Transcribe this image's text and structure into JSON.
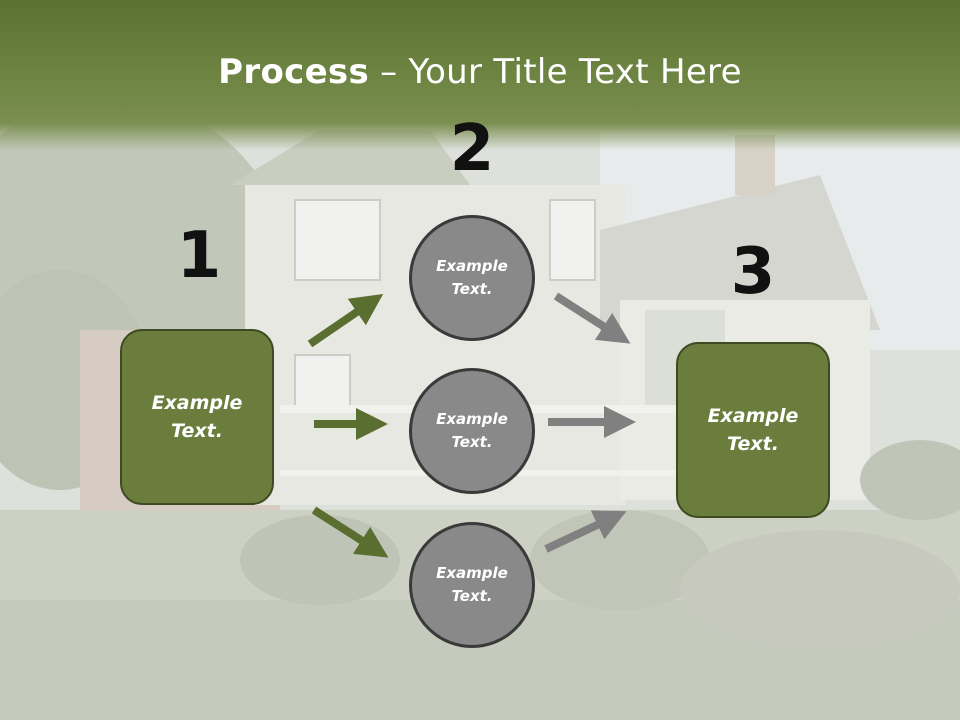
{
  "title": {
    "bold": "Process",
    "rest": " – Your Title Text Here"
  },
  "steps": {
    "one": "1",
    "two": "2",
    "three": "3"
  },
  "left_box": {
    "label": "Example Text."
  },
  "right_box": {
    "label": "Example Text."
  },
  "circles": [
    {
      "label": "Example Text."
    },
    {
      "label": "Example Text."
    },
    {
      "label": "Example Text."
    }
  ],
  "colors": {
    "header": "#6b8240",
    "box_fill": "#6b7d3c",
    "circle_fill": "#898989",
    "arrow_green": "#5a6e30",
    "arrow_gray": "#808080"
  }
}
